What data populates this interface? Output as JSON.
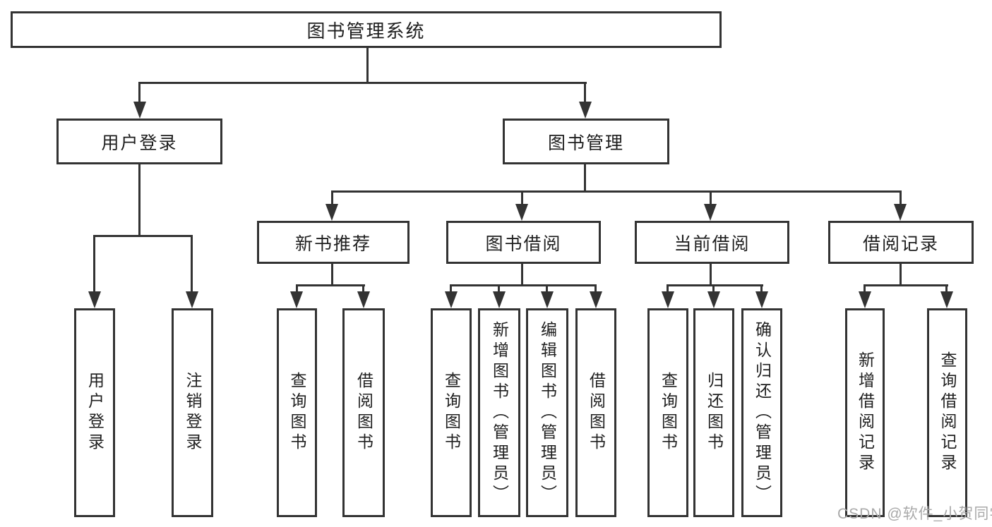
{
  "colors": {
    "line": "#333333",
    "text": "#1f1f1f",
    "background": "#ffffff",
    "watermark": "#a9a9a9"
  },
  "tree": {
    "root": "图书管理系统",
    "branches": [
      {
        "label": "用户登录",
        "children": [
          "用户登录",
          "注销登录"
        ]
      },
      {
        "label": "图书管理",
        "children": [
          {
            "label": "新书推荐",
            "children": [
              "查询图书",
              "借阅图书"
            ]
          },
          {
            "label": "图书借阅",
            "children": [
              "查询图书",
              "新增图书（管理员）",
              "编辑图书（管理员）",
              "借阅图书"
            ]
          },
          {
            "label": "当前借阅",
            "children": [
              "查询图书",
              "归还图书",
              "确认归还（管理员）"
            ]
          },
          {
            "label": "借阅记录",
            "children": [
              "新增借阅记录",
              "查询借阅记录"
            ]
          }
        ]
      }
    ]
  },
  "watermark": {
    "text": "CSDN @软件_小贺同学",
    "color": "#a9a9a9"
  }
}
